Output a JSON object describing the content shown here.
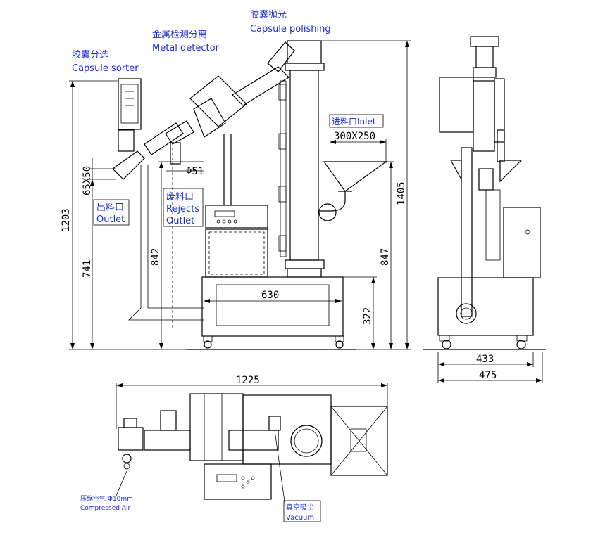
{
  "labels": {
    "capsule_polishing_cn": "胶囊抛光",
    "capsule_polishing_en": "Capsule polishing",
    "metal_detector_cn": "金属检测分离",
    "metal_detector_en": "Metal detector",
    "capsule_sorter_cn": "胶囊分选",
    "capsule_sorter_en": "Capsule sorter",
    "inlet": "进料口Inlet",
    "outlet_cn": "出料口",
    "outlet_en": "Outlet",
    "rejects_cn": "废料口",
    "rejects_en": "Rejects",
    "rejects_outlet_en": "Outlet",
    "compressed_air_cn": "压缩空气 Φ10mm",
    "compressed_air_en": "Compressed Air",
    "vacuum_cn": "真空吸尘",
    "vacuum_en": "Vacuum"
  },
  "dimensions": {
    "inlet_size": "300X250",
    "outlet_size": "65X50",
    "rejects_dia": "Φ51",
    "height_sorter": "1203",
    "height_outlet": "741",
    "height_rejects": "842",
    "height_total": "1405",
    "height_polisher": "847",
    "height_base": "322",
    "base_width": "630",
    "side_width_inner": "433",
    "side_width_outer": "475",
    "top_length": "1225"
  }
}
